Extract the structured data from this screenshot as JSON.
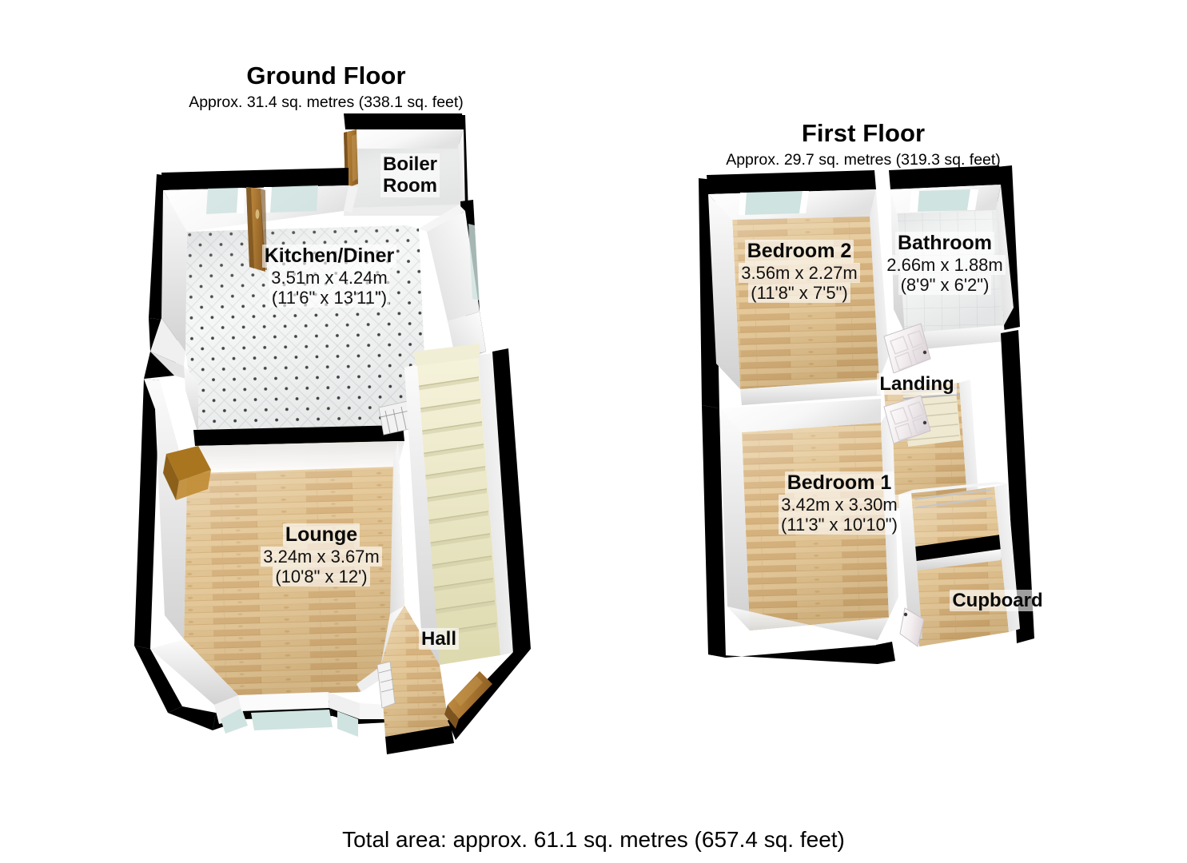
{
  "document": {
    "total_area_text": "Total area: approx. 61.1 sq. metres (657.4 sq. feet)"
  },
  "floors": [
    {
      "id": "ground",
      "title": "Ground Floor",
      "subtitle": "Approx. 31.4 sq. metres (338.1 sq. feet)",
      "area_sq_metres": "31.4",
      "area_sq_feet": "338.1",
      "rooms": [
        {
          "id": "kitchen-diner",
          "name": "Kitchen/Diner",
          "dim_metric": "3.51m x 4.24m",
          "dim_imperial": "(11'6\" x 13'11\")",
          "floor_finish": "tile",
          "floor_color": "#f2f3f3"
        },
        {
          "id": "boiler-room",
          "name_line_1": "Boiler",
          "name_line_2": "Room",
          "name": "Boiler Room",
          "dim_metric": "",
          "dim_imperial": "",
          "floor_finish": "tile",
          "floor_color": "#ededee"
        },
        {
          "id": "lounge",
          "name": "Lounge",
          "dim_metric": "3.24m x 3.67m",
          "dim_imperial": "(10'8\" x 12')",
          "floor_finish": "wood",
          "floor_color": "#d8b785"
        },
        {
          "id": "hall",
          "name": "Hall",
          "dim_metric": "",
          "dim_imperial": "",
          "floor_finish": "wood",
          "floor_color": "#cfa877"
        }
      ]
    },
    {
      "id": "first",
      "title": "First Floor",
      "subtitle": "Approx. 29.7 sq. metres (319.3 sq. feet)",
      "area_sq_metres": "29.7",
      "area_sq_feet": "319.3",
      "rooms": [
        {
          "id": "bedroom-2",
          "name": "Bedroom 2",
          "dim_metric": "3.56m x 2.27m",
          "dim_imperial": "(11'8\" x 7'5\")",
          "floor_finish": "wood",
          "floor_color": "#d9b984"
        },
        {
          "id": "bathroom",
          "name": "Bathroom",
          "dim_metric": "2.66m x 1.88m",
          "dim_imperial": "(8'9\" x 6'2\")",
          "floor_finish": "tile",
          "floor_color": "#f0f1f1"
        },
        {
          "id": "bedroom-1",
          "name": "Bedroom 1",
          "dim_metric": "3.42m x 3.30m",
          "dim_imperial": "(11'3\" x 10'10\")",
          "floor_finish": "wood",
          "floor_color": "#d9b984"
        },
        {
          "id": "landing",
          "name": "Landing",
          "dim_metric": "",
          "dim_imperial": "",
          "floor_finish": "wood",
          "floor_color": "#cfa877"
        },
        {
          "id": "cupboard",
          "name": "Cupboard",
          "dim_metric": "",
          "dim_imperial": "",
          "floor_finish": "wood",
          "floor_color": "#cfa877"
        }
      ]
    }
  ],
  "palette": {
    "background": "#ffffff",
    "wall_outline": "#000000",
    "wall_face_light": "#ffffff",
    "wall_face_shade": "#e3e3e3",
    "wall_face_dark": "#c9c9c9",
    "wood_floor": "#d8b785",
    "wood_floor_dark": "#c09a63",
    "tile_floor": "#f2f3f3",
    "tile_grid": "#d6d8d8",
    "tile_dot": "#2b2b2b",
    "glass": "#cfe3e0",
    "stair_tread": "#ecebcf",
    "stair_riser": "#d8d6b4",
    "door_wood": "#b5813c",
    "door_wood_dark": "#8d5f24",
    "door_panel_white": "#f4eff0",
    "text": "#000000"
  }
}
